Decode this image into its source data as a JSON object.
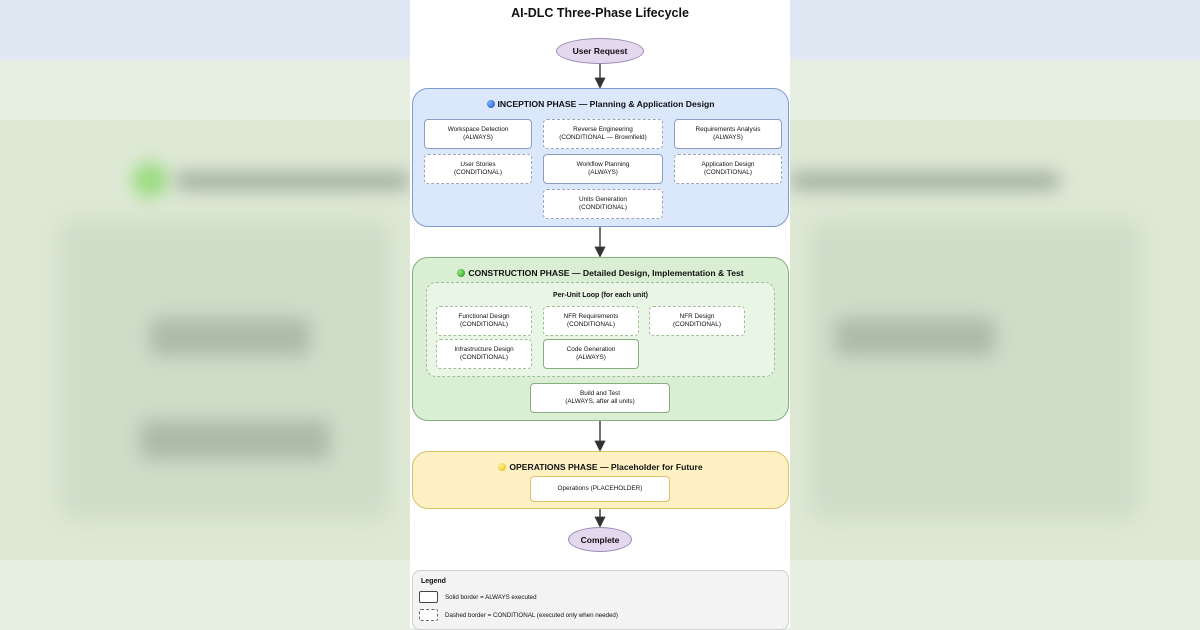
{
  "title": "AI-DLC Three-Phase Lifecycle",
  "start": "User Request",
  "end": "Complete",
  "phases": {
    "inception": {
      "title": "INCEPTION PHASE — Planning & Application Design",
      "boxes": [
        {
          "name": "Workspace Detection",
          "status": "(ALWAYS)"
        },
        {
          "name": "Reverse Engineering",
          "status": "(CONDITIONAL — Brownfield)"
        },
        {
          "name": "Requirements Analysis",
          "status": "(ALWAYS)"
        },
        {
          "name": "User Stories",
          "status": "(CONDITIONAL)"
        },
        {
          "name": "Workflow Planning",
          "status": "(ALWAYS)"
        },
        {
          "name": "Application Design",
          "status": "(CONDITIONAL)"
        },
        {
          "name": "Units Generation",
          "status": "(CONDITIONAL)"
        }
      ]
    },
    "construction": {
      "title": "CONSTRUCTION PHASE — Detailed Design, Implementation & Test",
      "loop_title": "Per-Unit Loop (for each unit)",
      "loop_boxes": [
        {
          "name": "Functional Design",
          "status": "(CONDITIONAL)"
        },
        {
          "name": "NFR Requirements",
          "status": "(CONDITIONAL)"
        },
        {
          "name": "NFR Design",
          "status": "(CONDITIONAL)"
        },
        {
          "name": "Infrastructure Design",
          "status": "(CONDITIONAL)"
        },
        {
          "name": "Code Generation",
          "status": "(ALWAYS)"
        }
      ],
      "build": {
        "name": "Build and Test",
        "status": "(ALWAYS, after all units)"
      }
    },
    "operations": {
      "title": "OPERATIONS PHASE — Placeholder for Future",
      "box": "Operations (PLACEHOLDER)"
    }
  },
  "legend": {
    "title": "Legend",
    "solid": "Solid border = ALWAYS executed",
    "dashed": "Dashed border = CONDITIONAL (executed only when needed)"
  },
  "colors": {
    "inception_fill": "#dbe8fc",
    "construction_fill": "#d9eed3",
    "operations_fill": "#fdf1c3",
    "terminal_fill": "#e3d8ee"
  },
  "icons": [
    "blue-circle-icon",
    "green-circle-icon",
    "yellow-circle-icon"
  ]
}
